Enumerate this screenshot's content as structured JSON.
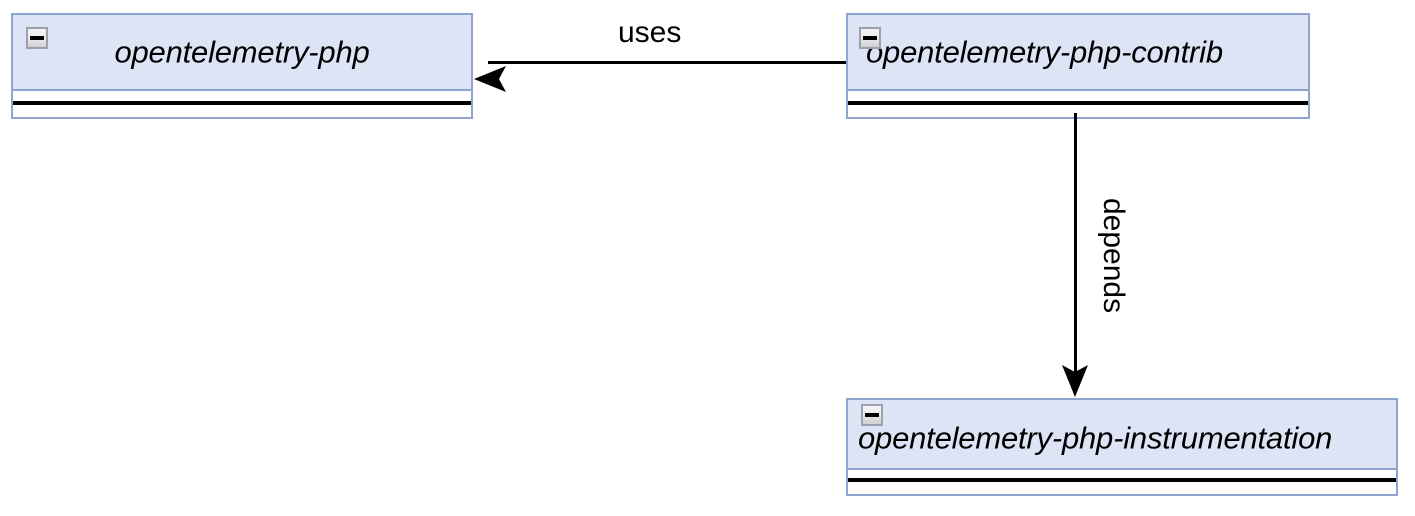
{
  "diagram": {
    "type": "uml-component-diagram",
    "background_color": "#ffffff",
    "node_fill_color": "#dce4f6",
    "node_border_color": "#8fa4d0",
    "edge_color": "#000000",
    "nodes": [
      {
        "id": "opentelemetry-php",
        "label": "opentelemetry-php",
        "icon": "collapse-minus-icon"
      },
      {
        "id": "opentelemetry-php-contrib",
        "label": "opentelemetry-php-contrib",
        "icon": "collapse-minus-icon"
      },
      {
        "id": "opentelemetry-php-instrumentation",
        "label": "opentelemetry-php-instrumentation",
        "icon": "collapse-minus-icon"
      }
    ],
    "edges": [
      {
        "id": "uses-edge",
        "label": "uses",
        "from": "opentelemetry-php-contrib",
        "to": "opentelemetry-php",
        "orientation": "horizontal",
        "arrow": "open-left"
      },
      {
        "id": "depends-edge",
        "label": "depends",
        "from": "opentelemetry-php-contrib",
        "to": "opentelemetry-php-instrumentation",
        "orientation": "vertical",
        "arrow": "open-down"
      }
    ]
  }
}
